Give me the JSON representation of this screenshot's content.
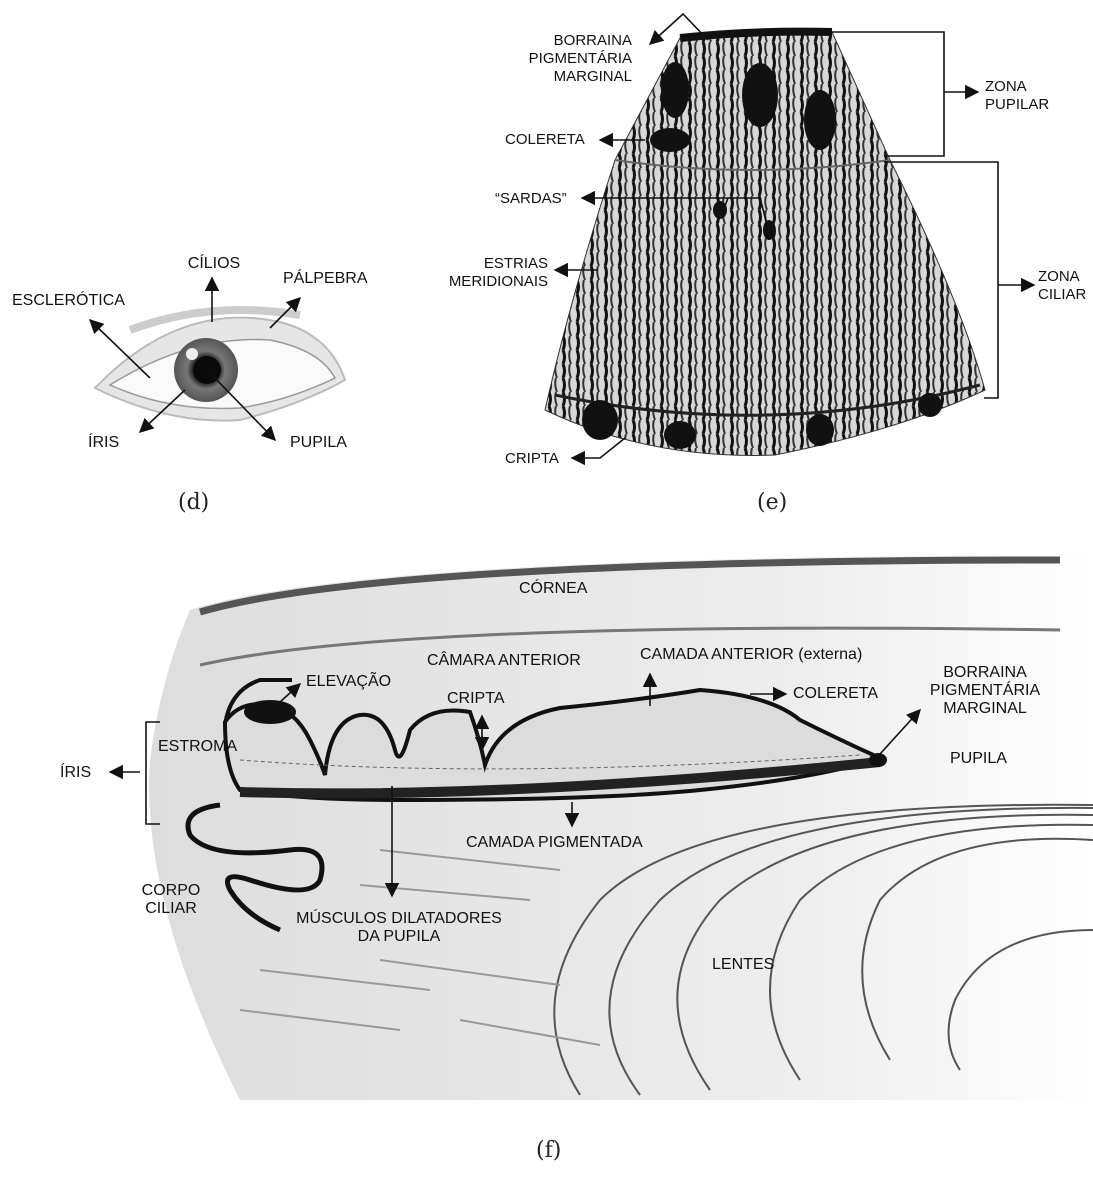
{
  "panel_d": {
    "caption": "(d)",
    "labels": {
      "cilios": "CÍLIOS",
      "palpebra": "PÁLPEBRA",
      "esclerotica": "ESCLERÓTICA",
      "iris": "ÍRIS",
      "pupila": "PUPILA"
    }
  },
  "panel_e": {
    "caption": "(e)",
    "labels": {
      "borraina": "BORRAINA\nPIGMENTÁRIA\nMARGINAL",
      "colereta": "COLERETA",
      "sardas": "“SARDAS”",
      "estrias": "ESTRIAS\nMERIDIONAIS",
      "cripta": "CRIPTA",
      "zona_pupilar": "ZONA\nPUPILAR",
      "zona_ciliar": "ZONA\nCILIAR"
    }
  },
  "panel_f": {
    "caption": "(f)",
    "labels": {
      "cornea": "CÓRNEA",
      "camara_anterior": "CÂMARA ANTERIOR",
      "camada_anterior": "CAMADA ANTERIOR (externa)",
      "elevacao": "ELEVAÇÃO",
      "cripta": "CRIPTA",
      "colereta": "COLERETA",
      "borraina": "BORRAINA\nPIGMENTÁRIA\nMARGINAL",
      "estroma": "ESTROMA",
      "iris": "ÍRIS",
      "pupila": "PUPILA",
      "camada_pigmentada": "CAMADA PIGMENTADA",
      "corpo_ciliar": "CORPO\nCILIAR",
      "musculos": "MÚSCULOS DILATADORES\nDA PUPILA",
      "lentes": "LENTES"
    }
  }
}
